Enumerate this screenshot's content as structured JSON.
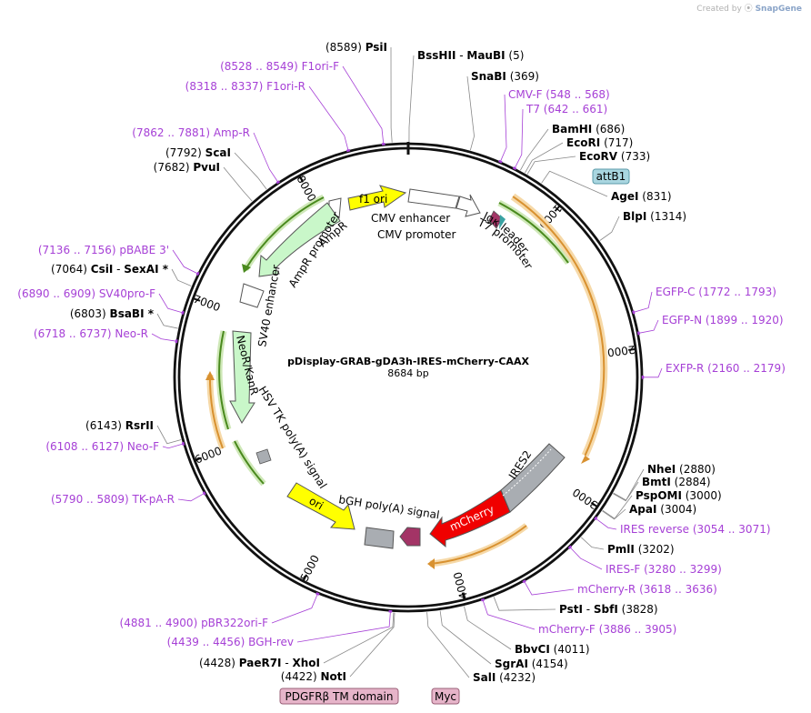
{
  "header": {
    "credit_prefix": "Created by",
    "credit_brand": "SnapGene"
  },
  "plasmid": {
    "name": "pDisplay-GRAB-gDA3h-IRES-mCherry-CAAX",
    "size_label": "8684 bp",
    "length": 8684
  },
  "ticks": [
    {
      "label": "1000",
      "pos": 1000
    },
    {
      "label": "2000",
      "pos": 2000
    },
    {
      "label": "3000",
      "pos": 3000
    },
    {
      "label": "4000",
      "pos": 4000
    },
    {
      "label": "5000",
      "pos": 5000
    },
    {
      "label": "6000",
      "pos": 6000
    },
    {
      "label": "7000",
      "pos": 7000
    },
    {
      "label": "8000",
      "pos": 8000
    }
  ],
  "sites": [
    {
      "id": "psii",
      "pos": 8589,
      "pre": "(8589)",
      "name": "PsiI"
    },
    {
      "id": "bsshii",
      "pos": 5,
      "name": "BssHII",
      "sep": "-",
      "name2": "MauBI",
      "post": "(5)"
    },
    {
      "id": "snabi",
      "pos": 369,
      "name": "SnaBI",
      "post": "(369)"
    },
    {
      "id": "bamhi",
      "pos": 686,
      "name": "BamHI",
      "post": "(686)"
    },
    {
      "id": "ecori",
      "pos": 717,
      "name": "EcoRI",
      "post": "(717)"
    },
    {
      "id": "ecorv",
      "pos": 733,
      "name": "EcoRV",
      "post": "(733)"
    },
    {
      "id": "agei",
      "pos": 831,
      "name": "AgeI",
      "post": "(831)"
    },
    {
      "id": "blpi",
      "pos": 1314,
      "name": "BlpI",
      "post": "(1314)"
    },
    {
      "id": "nhei",
      "pos": 2880,
      "name": "NheI",
      "post": "(2880)"
    },
    {
      "id": "bmti",
      "pos": 2884,
      "name": "BmtI",
      "post": "(2884)"
    },
    {
      "id": "pspomi",
      "pos": 3000,
      "name": "PspOMI",
      "post": "(3000)"
    },
    {
      "id": "apai",
      "pos": 3004,
      "name": "ApaI",
      "post": "(3004)"
    },
    {
      "id": "pmli",
      "pos": 3202,
      "name": "PmlI",
      "post": "(3202)"
    },
    {
      "id": "psti",
      "pos": 3828,
      "name": "PstI",
      "sep": "-",
      "name2": "SbfI",
      "post": "(3828)"
    },
    {
      "id": "bbvci",
      "pos": 4011,
      "name": "BbvCI",
      "post": "(4011)"
    },
    {
      "id": "sgrai",
      "pos": 4154,
      "name": "SgrAI",
      "post": "(4154)"
    },
    {
      "id": "sali",
      "pos": 4232,
      "name": "SalI",
      "post": "(4232)"
    },
    {
      "id": "noti",
      "pos": 4422,
      "pre": "(4422)",
      "name": "NotI"
    },
    {
      "id": "paer7i",
      "pos": 4428,
      "pre": "(4428)",
      "name": "PaeR7I",
      "sep": "-",
      "name2": "XhoI"
    },
    {
      "id": "rsrii",
      "pos": 6143,
      "pre": "(6143)",
      "name": "RsrII"
    },
    {
      "id": "bsabi",
      "pos": 6803,
      "pre": "(6803)",
      "name": "BsaBI *"
    },
    {
      "id": "csii",
      "pos": 7064,
      "pre": "(7064)",
      "name": "CsiI",
      "sep": "-",
      "name2": "SexAI *"
    },
    {
      "id": "pvui",
      "pos": 7682,
      "pre": "(7682)",
      "name": "PvuI"
    },
    {
      "id": "scai",
      "pos": 7792,
      "pre": "(7792)",
      "name": "ScaI"
    }
  ],
  "primers": [
    {
      "id": "f1ori-f",
      "pos": 8538,
      "name": "F1ori-F",
      "range": "(8528 .. 8549)"
    },
    {
      "id": "f1ori-r",
      "pos": 8327,
      "name": "F1ori-R",
      "range": "(8318 .. 8337)"
    },
    {
      "id": "amp-r",
      "pos": 7871,
      "name": "Amp-R",
      "range": "(7862 .. 7881)"
    },
    {
      "id": "cmv-f",
      "pos": 558,
      "name": "CMV-F",
      "range": "(548 .. 568)"
    },
    {
      "id": "t7",
      "pos": 651,
      "name": "T7",
      "range": "(642 .. 661)"
    },
    {
      "id": "egfp-c",
      "pos": 1782,
      "name": "EGFP-C",
      "range": "(1772 .. 1793)"
    },
    {
      "id": "egfp-n",
      "pos": 1909,
      "name": "EGFP-N",
      "range": "(1899 .. 1920)"
    },
    {
      "id": "exfp-r",
      "pos": 2170,
      "name": "EXFP-R",
      "range": "(2160 .. 2179)"
    },
    {
      "id": "ires-rev",
      "pos": 3062,
      "name": "IRES reverse",
      "range": "(3054 .. 3071)"
    },
    {
      "id": "ires-f",
      "pos": 3290,
      "name": "IRES-F",
      "range": "(3280 .. 3299)"
    },
    {
      "id": "mcherry-r",
      "pos": 3627,
      "name": "mCherry-R",
      "range": "(3618 .. 3636)"
    },
    {
      "id": "mcherry-f",
      "pos": 3895,
      "name": "mCherry-F",
      "range": "(3886 .. 3905)"
    },
    {
      "id": "pbr322",
      "pos": 4890,
      "name": "pBR322ori-F",
      "range": "(4881 .. 4900)"
    },
    {
      "id": "bgh-rev",
      "pos": 4447,
      "name": "BGH-rev",
      "range": "(4439 .. 4456)"
    },
    {
      "id": "tk-pa-r",
      "pos": 5799,
      "name": "TK-pA-R",
      "range": "(5790 .. 5809)"
    },
    {
      "id": "neo-f",
      "pos": 6117,
      "name": "Neo-F",
      "range": "(6108 .. 6127)"
    },
    {
      "id": "neo-r",
      "pos": 6727,
      "name": "Neo-R",
      "range": "(6718 .. 6737)"
    },
    {
      "id": "sv40pro-f",
      "pos": 6899,
      "name": "SV40pro-F",
      "range": "(6890 .. 6909)"
    },
    {
      "id": "pbabe3",
      "pos": 7146,
      "name": "pBABE 3'",
      "range": "(7136 .. 7156)"
    }
  ],
  "boxes": [
    {
      "id": "attb1",
      "label": "attB1",
      "fill": "#a9d6e0",
      "stroke": "#5a9aa8"
    },
    {
      "id": "pdgfr",
      "label": "PDGFRβ TM domain",
      "fill": "#e6b4c9",
      "stroke": "#9a6078"
    },
    {
      "id": "myc",
      "label": "Myc",
      "fill": "#e6b4c9",
      "stroke": "#9a6078"
    }
  ],
  "features": [
    {
      "id": "f1-ori",
      "label": "f1 ori"
    },
    {
      "id": "cmv-enhancer",
      "label": "CMV enhancer"
    },
    {
      "id": "cmv-promoter",
      "label": "CMV promoter"
    },
    {
      "id": "t7-promoter",
      "label": "T7 promoter"
    },
    {
      "id": "igk-leader",
      "label": "Igκ leader"
    },
    {
      "id": "ampr",
      "label": "AmpR"
    },
    {
      "id": "ampr-promoter",
      "label": "AmpR promoter"
    },
    {
      "id": "sv40-enhancer",
      "label": "SV40 enhancer"
    },
    {
      "id": "neor-kanr",
      "label": "NeoR/KanR"
    },
    {
      "id": "hsv-tk-polya",
      "label": "HSV TK poly(A) signal"
    },
    {
      "id": "ori",
      "label": "ori"
    },
    {
      "id": "bgh-polya",
      "label": "bGH poly(A) signal"
    },
    {
      "id": "mcherry",
      "label": "mCherry"
    },
    {
      "id": "ires2",
      "label": "IRES2"
    }
  ],
  "colors": {
    "enzyme": "#000000",
    "primer": "#a640d6",
    "ring": "#111111",
    "orange_orf": "#d89130",
    "green_orf": "#4a8a1e",
    "promoter": "#ffffff",
    "yellow": "#ffff00",
    "light_green": "#c9f7c9",
    "red": "#f00000",
    "gray": "#a9adb2",
    "maroon": "#a33466",
    "teal": "#3aa3a3"
  }
}
